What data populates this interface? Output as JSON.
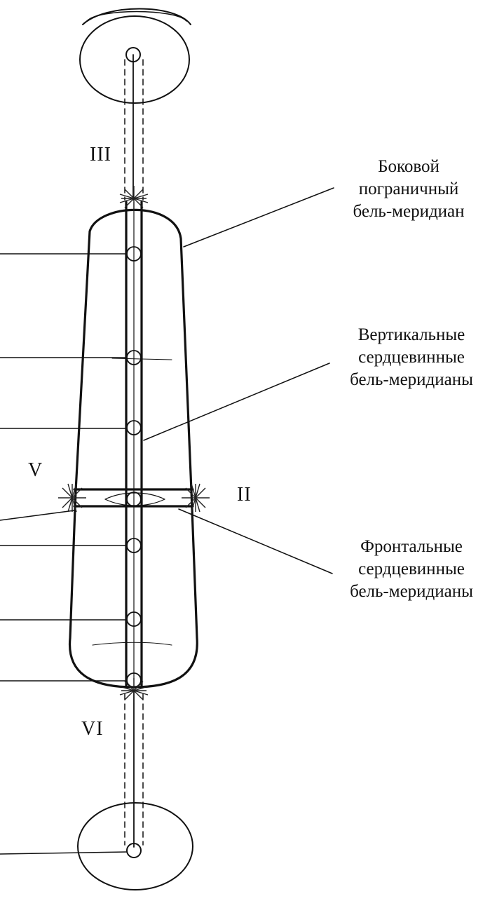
{
  "roman_labels": {
    "top": "III",
    "left": "V",
    "right": "II",
    "bottom": "VI"
  },
  "captions": {
    "lateral": [
      "Боковой",
      "пограничный",
      "бель-меридиан"
    ],
    "vertical": [
      "Вертикальные",
      "сердцевинные",
      "бель-меридианы"
    ],
    "frontal": [
      "Фронтальные",
      "сердцевинные",
      "бель-меридианы"
    ]
  },
  "colors": {
    "ink": "#111111",
    "background": "#ffffff"
  }
}
